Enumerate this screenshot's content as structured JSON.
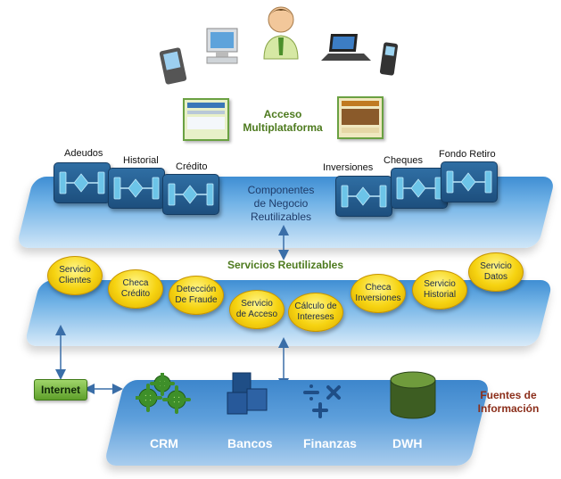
{
  "access": {
    "line1": "Acceso",
    "line2": "Multiplataforma"
  },
  "top_layer": {
    "caption_line1": "Componentes",
    "caption_line2": "de Negocio",
    "caption_line3": "Reutilizables",
    "components_left": [
      "Adeudos",
      "Historial",
      "Crédito"
    ],
    "components_right": [
      "Inversiones",
      "Cheques",
      "Fondo Retiro"
    ]
  },
  "middle_layer": {
    "caption": "Servicios Reutilizables",
    "services": [
      {
        "line1": "Servicio",
        "line2": "Clientes"
      },
      {
        "line1": "Checa",
        "line2": "Crédito"
      },
      {
        "line1": "Detección",
        "line2": "De Fraude"
      },
      {
        "line1": "Servicio",
        "line2": "de Acceso"
      },
      {
        "line1": "Cálculo de",
        "line2": "Intereses"
      },
      {
        "line1": "Checa",
        "line2": "Inversiones"
      },
      {
        "line1": "Servicio",
        "line2": "Historial"
      },
      {
        "line1": "Servicio",
        "line2": "Datos"
      }
    ]
  },
  "internet": "Internet",
  "sources": {
    "title_line1": "Fuentes de",
    "title_line2": "Información",
    "items": [
      "CRM",
      "Bancos",
      "Finanzas",
      "DWH"
    ]
  },
  "colors": {
    "band_blue": "#3f8ed3",
    "service_yellow": "#f6d311",
    "title_red": "#8b2e1a",
    "access_green": "#4d7a1e"
  }
}
